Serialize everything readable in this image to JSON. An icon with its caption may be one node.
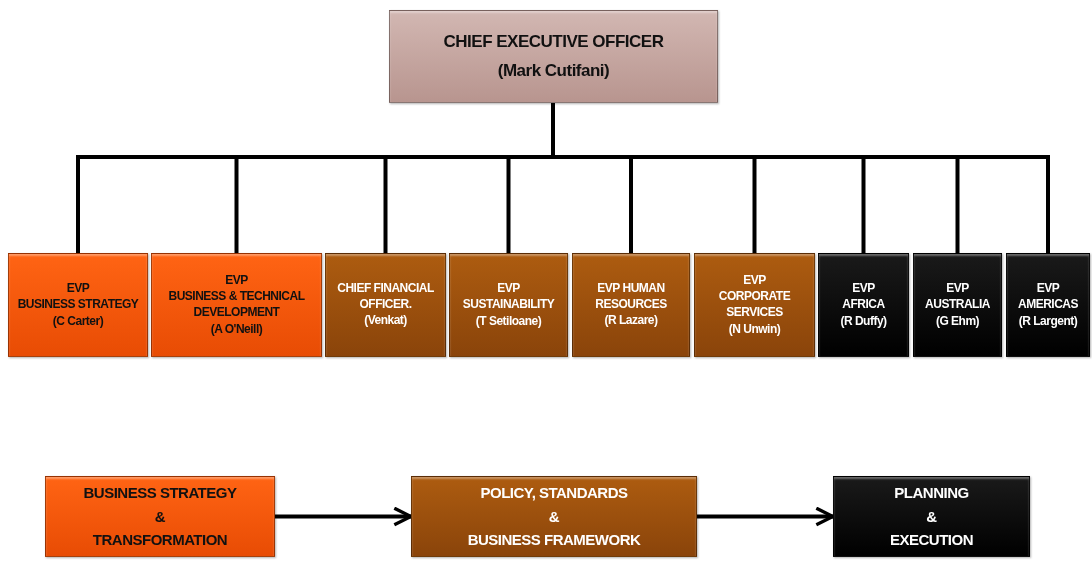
{
  "diagram": {
    "nodes": [
      {
        "text": [
          "CHIEF EXECUTIVE OFFICER",
          "(Mark Cutifani)"
        ]
      },
      {
        "text": [
          "EVP",
          "BUSINESS STRATEGY",
          "(C Carter)"
        ]
      },
      {
        "text": [
          "EVP",
          "BUSINESS & TECHNICAL DEVELOPMENT",
          "(A O'Neill)"
        ]
      },
      {
        "text": [
          "CHIEF FINANCIAL OFFICER.",
          "(Venkat)"
        ]
      },
      {
        "text": [
          "EVP",
          "SUSTAINABILITY",
          "(T Setiloane)"
        ]
      },
      {
        "text": [
          "EVP HUMAN RESOURCES",
          "(R Lazare)"
        ]
      },
      {
        "text": [
          "EVP",
          "CORPORATE SERVICES",
          "(N Unwin)"
        ]
      },
      {
        "text": [
          "EVP",
          "AFRICA",
          "(R Duffy)"
        ]
      },
      {
        "text": [
          "EVP",
          "AUSTRALIA",
          "(G Ehm)"
        ]
      },
      {
        "text": [
          "EVP",
          "AMERICAS",
          "(R Largent)"
        ]
      },
      {
        "text": [
          "BUSINESS STRATEGY",
          "&",
          "TRANSFORMATION"
        ]
      },
      {
        "text": [
          "POLICY, STANDARDS",
          "&",
          "BUSINESS FRAMEWORK"
        ]
      },
      {
        "text": [
          "PLANNING",
          "&",
          "EXECUTION"
        ]
      }
    ],
    "edges": [
      {
        "from": 0,
        "to": 1,
        "arrow": "none"
      },
      {
        "from": 0,
        "to": 2,
        "arrow": "none"
      },
      {
        "from": 0,
        "to": 3,
        "arrow": "none"
      },
      {
        "from": 0,
        "to": 4,
        "arrow": "none"
      },
      {
        "from": 0,
        "to": 5,
        "arrow": "none"
      },
      {
        "from": 0,
        "to": 6,
        "arrow": "none"
      },
      {
        "from": 0,
        "to": 7,
        "arrow": "none"
      },
      {
        "from": 0,
        "to": 8,
        "arrow": "none"
      },
      {
        "from": 0,
        "to": 9,
        "arrow": "none"
      },
      {
        "from": 10,
        "to": 11,
        "arrow": "to"
      },
      {
        "from": 11,
        "to": 12,
        "arrow": "to"
      }
    ]
  }
}
